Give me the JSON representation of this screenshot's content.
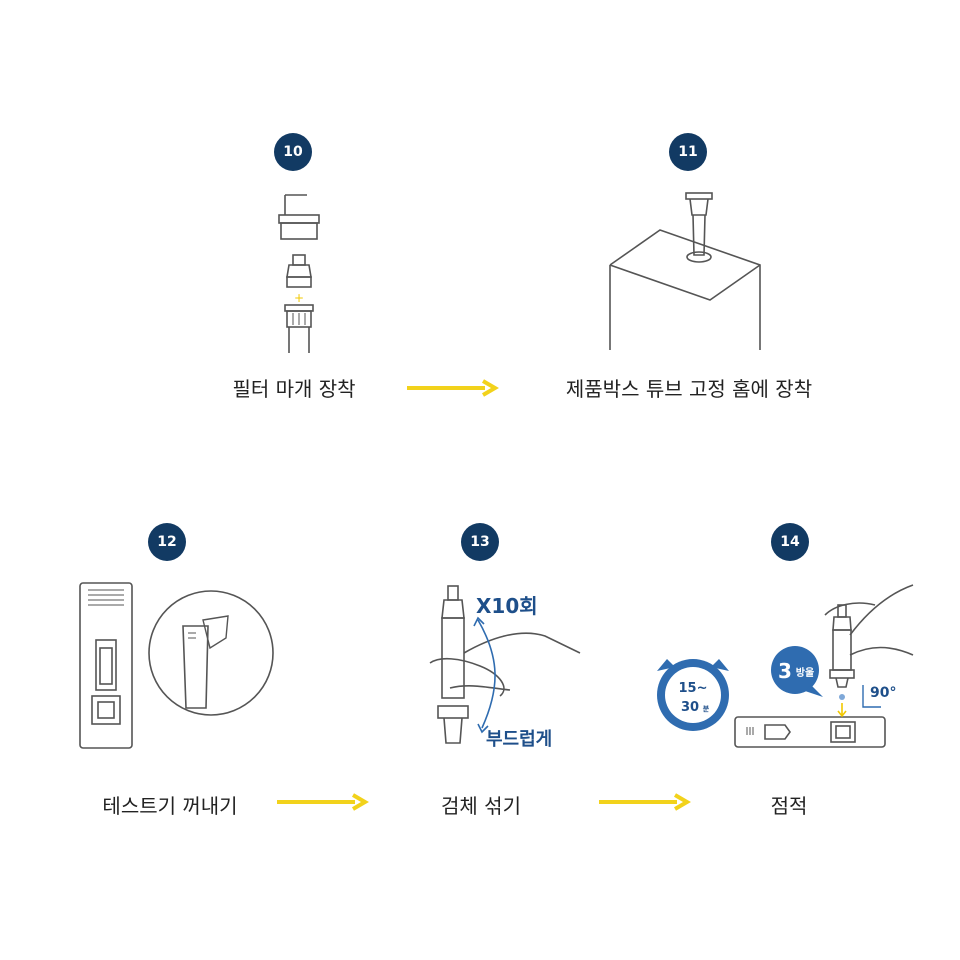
{
  "steps": [
    {
      "number": "10",
      "caption": "필터 마개 장착"
    },
    {
      "number": "11",
      "caption": "제품박스 튜브 고정 홈에 장착"
    },
    {
      "number": "12",
      "caption": "테스트기 꺼내기"
    },
    {
      "number": "13",
      "caption": "검체 섞기",
      "repeat_label": "X10회",
      "motion_label": "부드럽게"
    },
    {
      "number": "14",
      "caption": "점적",
      "drops_number": "3",
      "drops_unit": "방울",
      "time_top": "15~",
      "time_bottom": "30",
      "time_unit": "분",
      "angle_label": "90°"
    }
  ],
  "colors": {
    "badge": "#123a63",
    "arrow": "#f2d21b",
    "accent_blue": "#1e4f8a"
  }
}
